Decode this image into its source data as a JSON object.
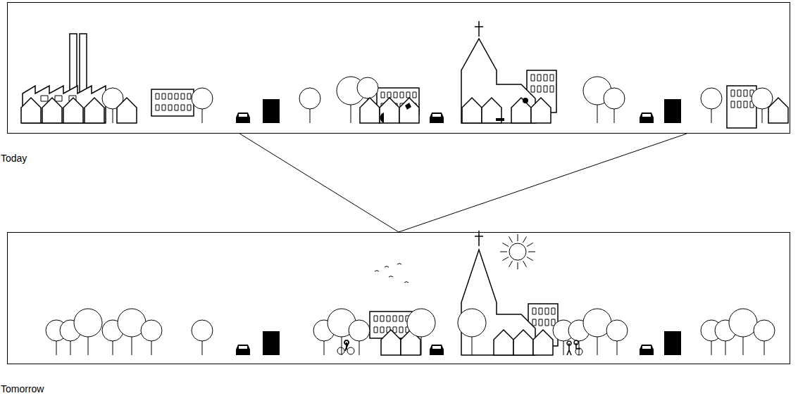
{
  "diagram": {
    "nodes": [
      {
        "text": [
          "Today"
        ]
      },
      {
        "text": [
          "Tomorrow"
        ]
      }
    ],
    "edges": [
      {
        "from": 0,
        "to": 1,
        "arrow": "none"
      },
      {
        "from": 0,
        "to": 1,
        "arrow": "none"
      }
    ]
  }
}
